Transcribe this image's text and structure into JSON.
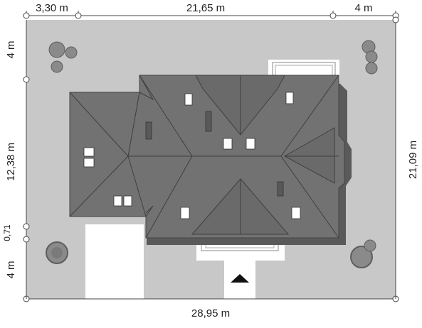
{
  "dimensions": {
    "top_left": "3,30 m",
    "top_middle": "21,65 m",
    "top_right": "4 m",
    "bottom": "28,95 m",
    "left_top": "4 m",
    "left_middle": "12,38 m",
    "left_small": "0,71",
    "left_bottom": "4 m",
    "right": "21,09 m"
  },
  "colors": {
    "plot": "#c8c8c8",
    "roof": "#6f6f6f",
    "roof_dark": "#555555",
    "paving": "#ffffff",
    "tree": "#8a8a8a",
    "tree_dark": "#5e5e5e"
  },
  "icons": {
    "entrance": "entrance-arrow-icon"
  }
}
